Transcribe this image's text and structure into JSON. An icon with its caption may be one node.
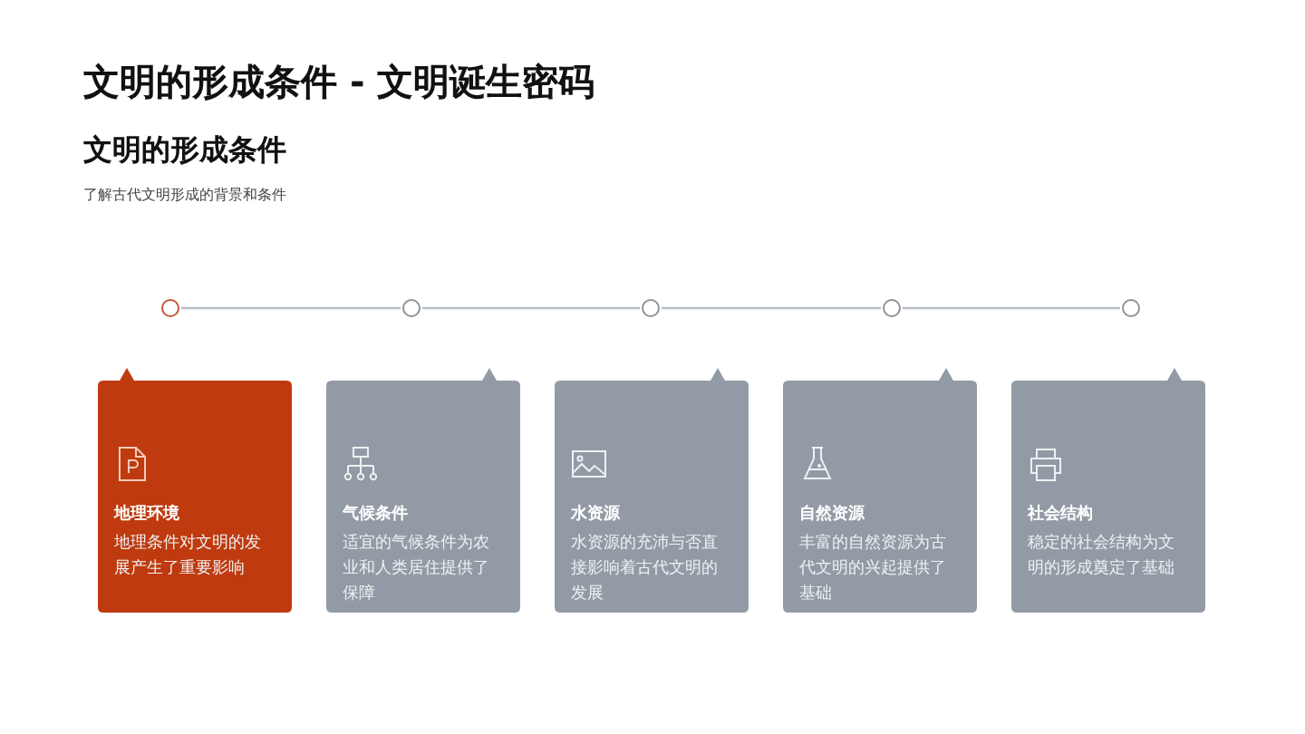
{
  "diagram": {
    "title": "文明的形成条件 - 文明诞生密码",
    "nodes": [
      {
        "text": [],
        "shape": "circle"
      },
      {
        "text": [],
        "shape": "circle"
      },
      {
        "text": [],
        "shape": "circle"
      },
      {
        "text": [],
        "shape": "circle"
      },
      {
        "text": [],
        "shape": "circle"
      },
      {
        "text": [
          "地理环境",
          "地理条件对文明的发展产生了重要影响"
        ]
      },
      {
        "text": [
          "气候条件",
          "适宜的气候条件为农业和人类居住提供了保障"
        ]
      },
      {
        "text": [
          "水资源",
          "水资源的充沛与否直接影响着古代文明的发展"
        ]
      },
      {
        "text": [
          "自然资源",
          "丰富的自然资源为古代文明的兴起提供了基础"
        ]
      },
      {
        "text": [
          "社会结构",
          "稳定的社会结构为文明的形成奠定了基础"
        ]
      }
    ],
    "edges": [
      {
        "from": 0,
        "to": 1,
        "arrow": "none"
      },
      {
        "from": 1,
        "to": 2,
        "arrow": "none"
      },
      {
        "from": 2,
        "to": 3,
        "arrow": "none"
      },
      {
        "from": 3,
        "to": 4,
        "arrow": "none"
      }
    ],
    "labels": [
      "文明的形成条件",
      "了解古代文明形成的背景和条件"
    ]
  }
}
